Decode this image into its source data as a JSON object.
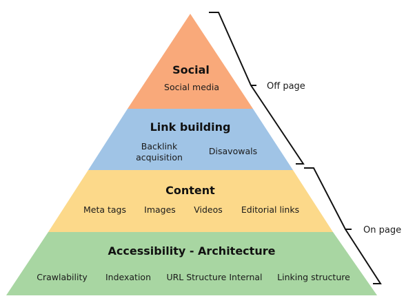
{
  "tiers": [
    {
      "title": "Social",
      "color": "#f9a97a",
      "items": [
        "Social media"
      ]
    },
    {
      "title": "Link building",
      "color": "#a0c4e6",
      "items": [
        "Backlink acquisition",
        "Disavowals"
      ],
      "item_lines": [
        [
          "Backlink",
          "acquisition"
        ],
        [
          "Disavowals"
        ]
      ]
    },
    {
      "title": "Content",
      "color": "#fcd98a",
      "items": [
        "Meta tags",
        "Images",
        "Videos",
        "Editorial links"
      ]
    },
    {
      "title": "Accessibility - Architecture",
      "color": "#a8d6a2",
      "items": [
        "Crawlability",
        "Indexation",
        "URL Structure Internal",
        "Linking structure"
      ]
    }
  ],
  "brackets": {
    "off_page": "Off page",
    "on_page": "On page"
  }
}
